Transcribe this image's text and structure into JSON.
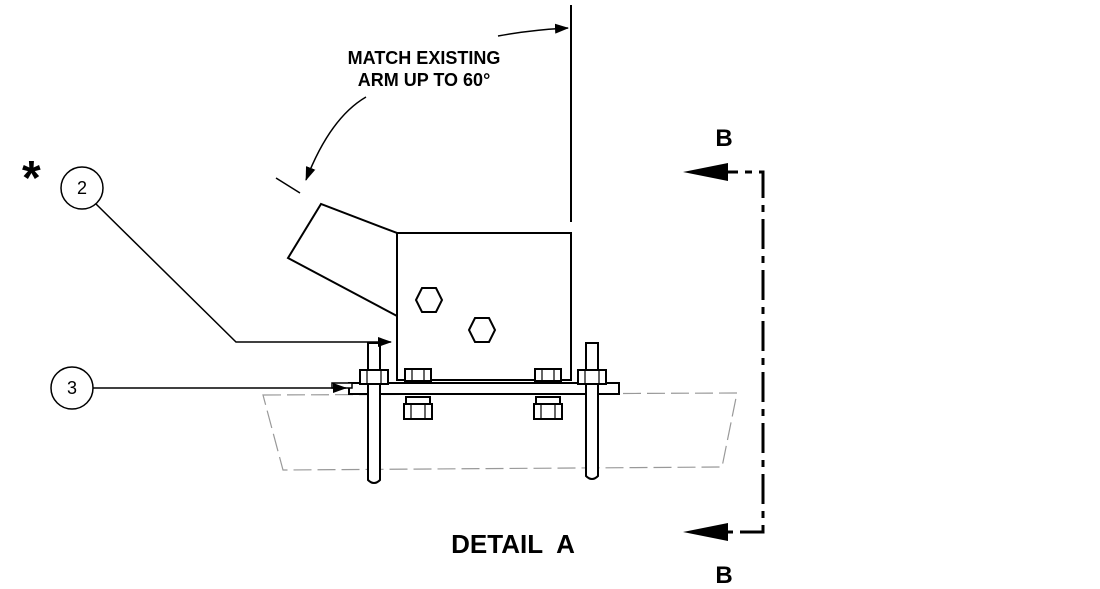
{
  "annotation": {
    "line1": "MATCH EXISTING",
    "line2": "ARM UP TO 60°"
  },
  "callouts": {
    "asterisk": "*",
    "item_2": "2",
    "item_3": "3"
  },
  "detail_title": "DETAIL  A",
  "section": {
    "top_label": "B",
    "bottom_label": "B"
  }
}
